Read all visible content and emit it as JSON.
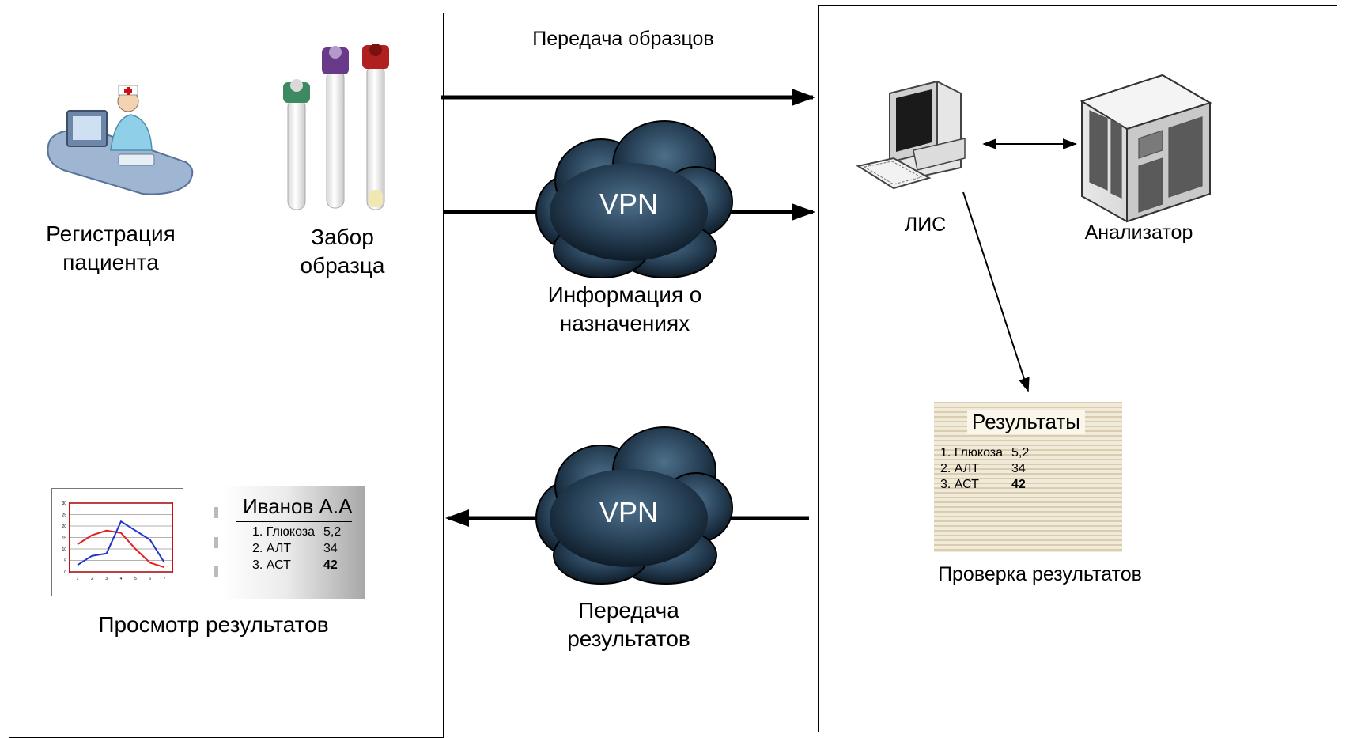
{
  "left_panel": {
    "registration_label": "Регистрация\nпациента",
    "sampling_label": "Забор\nобразца",
    "results_view_label": "Просмотр результатов",
    "patient_card": {
      "name": "Иванов А.А",
      "rows": [
        {
          "n": "1. Глюкоза",
          "v": "5,2",
          "bold": false
        },
        {
          "n": "2. АЛТ",
          "v": "34",
          "bold": false
        },
        {
          "n": "3. АСТ",
          "v": "42",
          "bold": true
        }
      ]
    },
    "mini_chart": {
      "y_ticks": [
        "30",
        "25",
        "20",
        "15",
        "10",
        "5",
        "0"
      ],
      "x_ticks": [
        "1",
        "2",
        "3",
        "4",
        "5",
        "6",
        "7"
      ],
      "series": [
        {
          "color": "#e02020",
          "values": [
            12,
            16,
            18,
            17,
            10,
            4,
            2
          ]
        },
        {
          "color": "#2233cc",
          "values": [
            3,
            7,
            8,
            22,
            18,
            14,
            4
          ]
        }
      ]
    }
  },
  "middle": {
    "sample_transfer_label": "Передача образцов",
    "orders_info_label": "Информация о\nназначениях",
    "results_transfer_label": "Передача\nрезультатов",
    "vpn_top": "VPN",
    "vpn_bottom": "VPN"
  },
  "right_panel": {
    "lis_label": "ЛИС",
    "analyzer_label": "Анализатор",
    "verification_label": "Проверка результатов",
    "results_card": {
      "title": "Результаты",
      "rows": [
        {
          "n": "1. Глюкоза",
          "v": "5,2",
          "bold": false
        },
        {
          "n": "2. АЛТ",
          "v": "34",
          "bold": false
        },
        {
          "n": "3. АСТ",
          "v": "42",
          "bold": true
        }
      ]
    }
  },
  "colors": {
    "line": "#000000",
    "cloud_dark": "#1b2f42",
    "cloud_mid": "#3d5a72",
    "tube_green": "#3d8a62",
    "tube_purple": "#6a3a8a",
    "tube_red": "#b02020"
  }
}
